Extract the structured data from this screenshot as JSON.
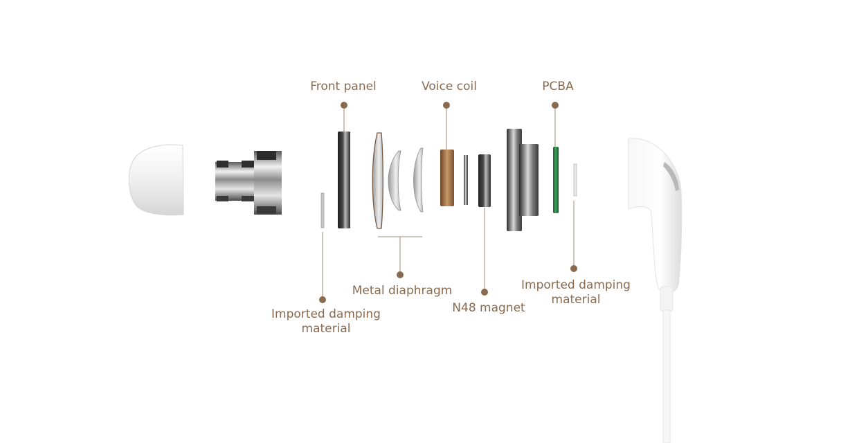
{
  "labels": {
    "front_panel": "Front panel",
    "voice_coil": "Voice coil",
    "pcba": "PCBA",
    "metal_diaphragm": "Metal diaphragm",
    "n48_magnet": "N48 magnet",
    "damping_left_line1": "Imported damping",
    "damping_left_line2": "material",
    "damping_right_line1": "Imported damping",
    "damping_right_line2": "material"
  },
  "colors": {
    "label_text": "#8a6a4e",
    "callout_dot": "#8a6a4e",
    "callout_line": "#a08a76",
    "pcba_green": "#2f8a4a",
    "voice_coil_copper": "#a0703e"
  }
}
